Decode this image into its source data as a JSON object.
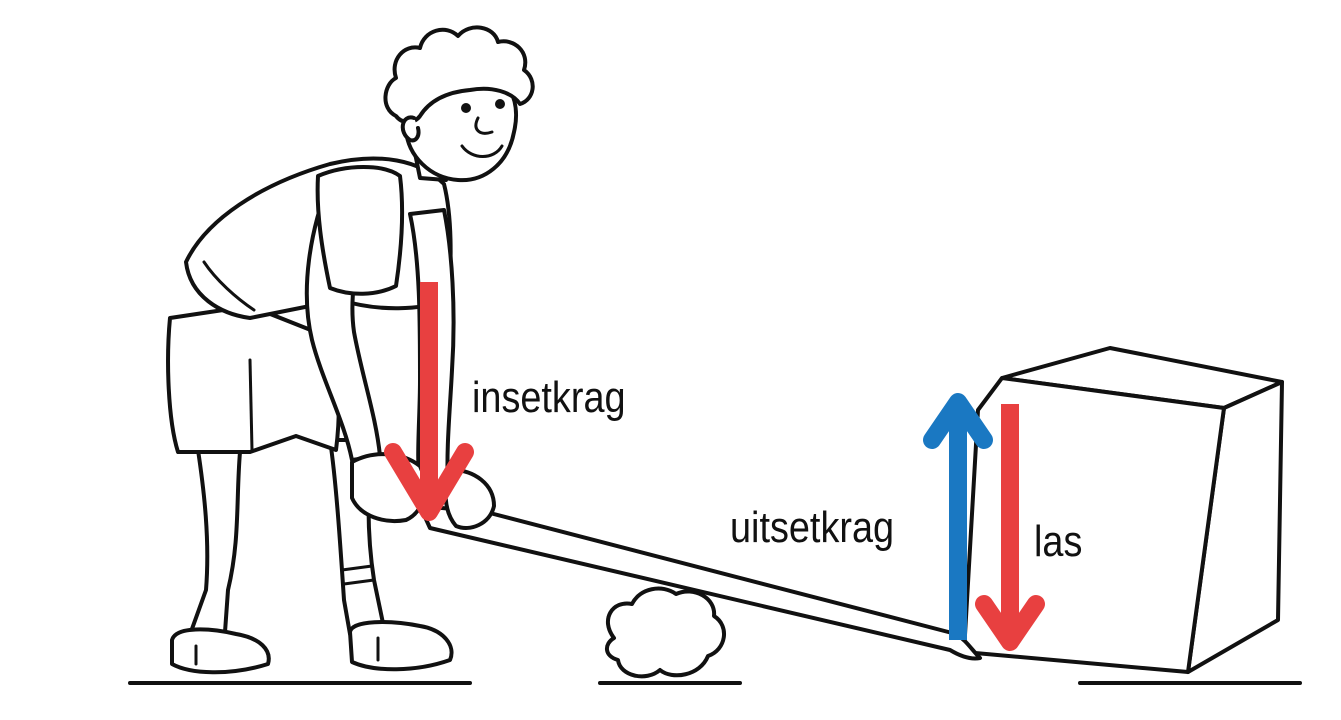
{
  "labels": {
    "effort": "insetkrag",
    "output": "uitsetkrag",
    "load": "las"
  },
  "colors": {
    "effort_arrow": "#e84040",
    "output_arrow": "#1a78c2",
    "load_arrow": "#e84040",
    "line_art": "#111111"
  }
}
